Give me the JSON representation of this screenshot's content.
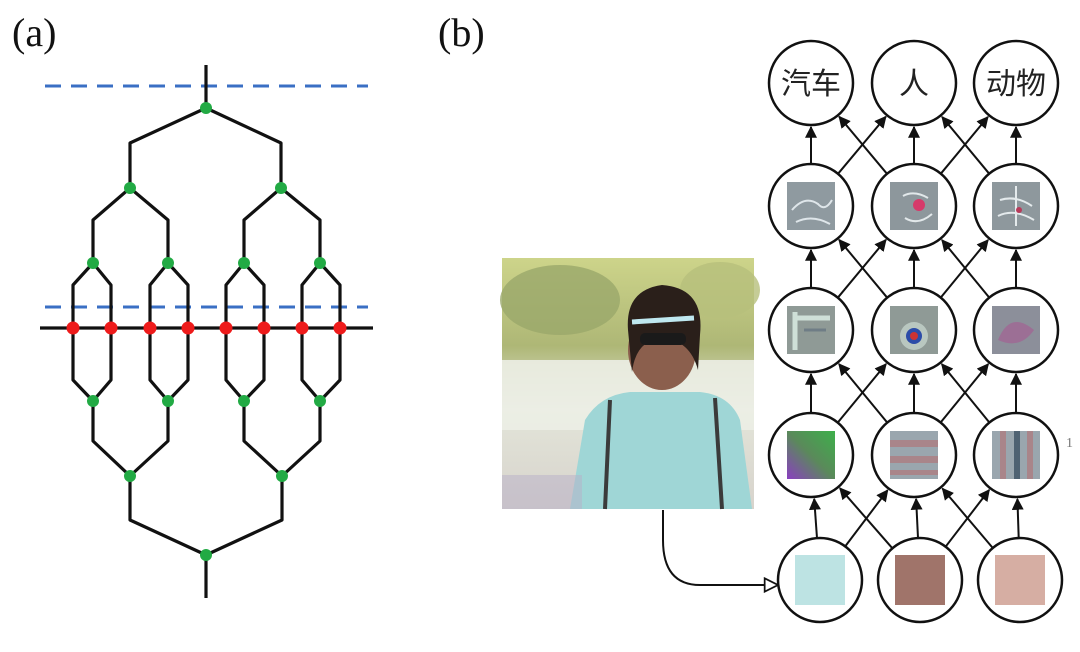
{
  "panels": {
    "a_label": "(a)",
    "b_label": "(b)"
  },
  "output_classes": [
    "汽车",
    "人",
    "动物"
  ],
  "stray_mark": "1",
  "colors": {
    "line": "#111111",
    "dash": "#3a6fc4",
    "node_green": "#22aa44",
    "node_red": "#ee1b1b",
    "color_patches": [
      "#bde3e3",
      "#a0746a",
      "#d6aea3"
    ]
  },
  "feature_icons": {
    "layer1": [
      "gradient-green-purple-filter",
      "horizontal-stripe-filter",
      "vertical-stripe-filter"
    ],
    "layer2": [
      "corner-edge-filter",
      "eye-blob-filter",
      "curve-edge-filter"
    ],
    "layer3": [
      "car-part-filter",
      "face-part-filter",
      "animal-part-filter"
    ]
  },
  "photo": "woman-with-sunglasses-photo"
}
